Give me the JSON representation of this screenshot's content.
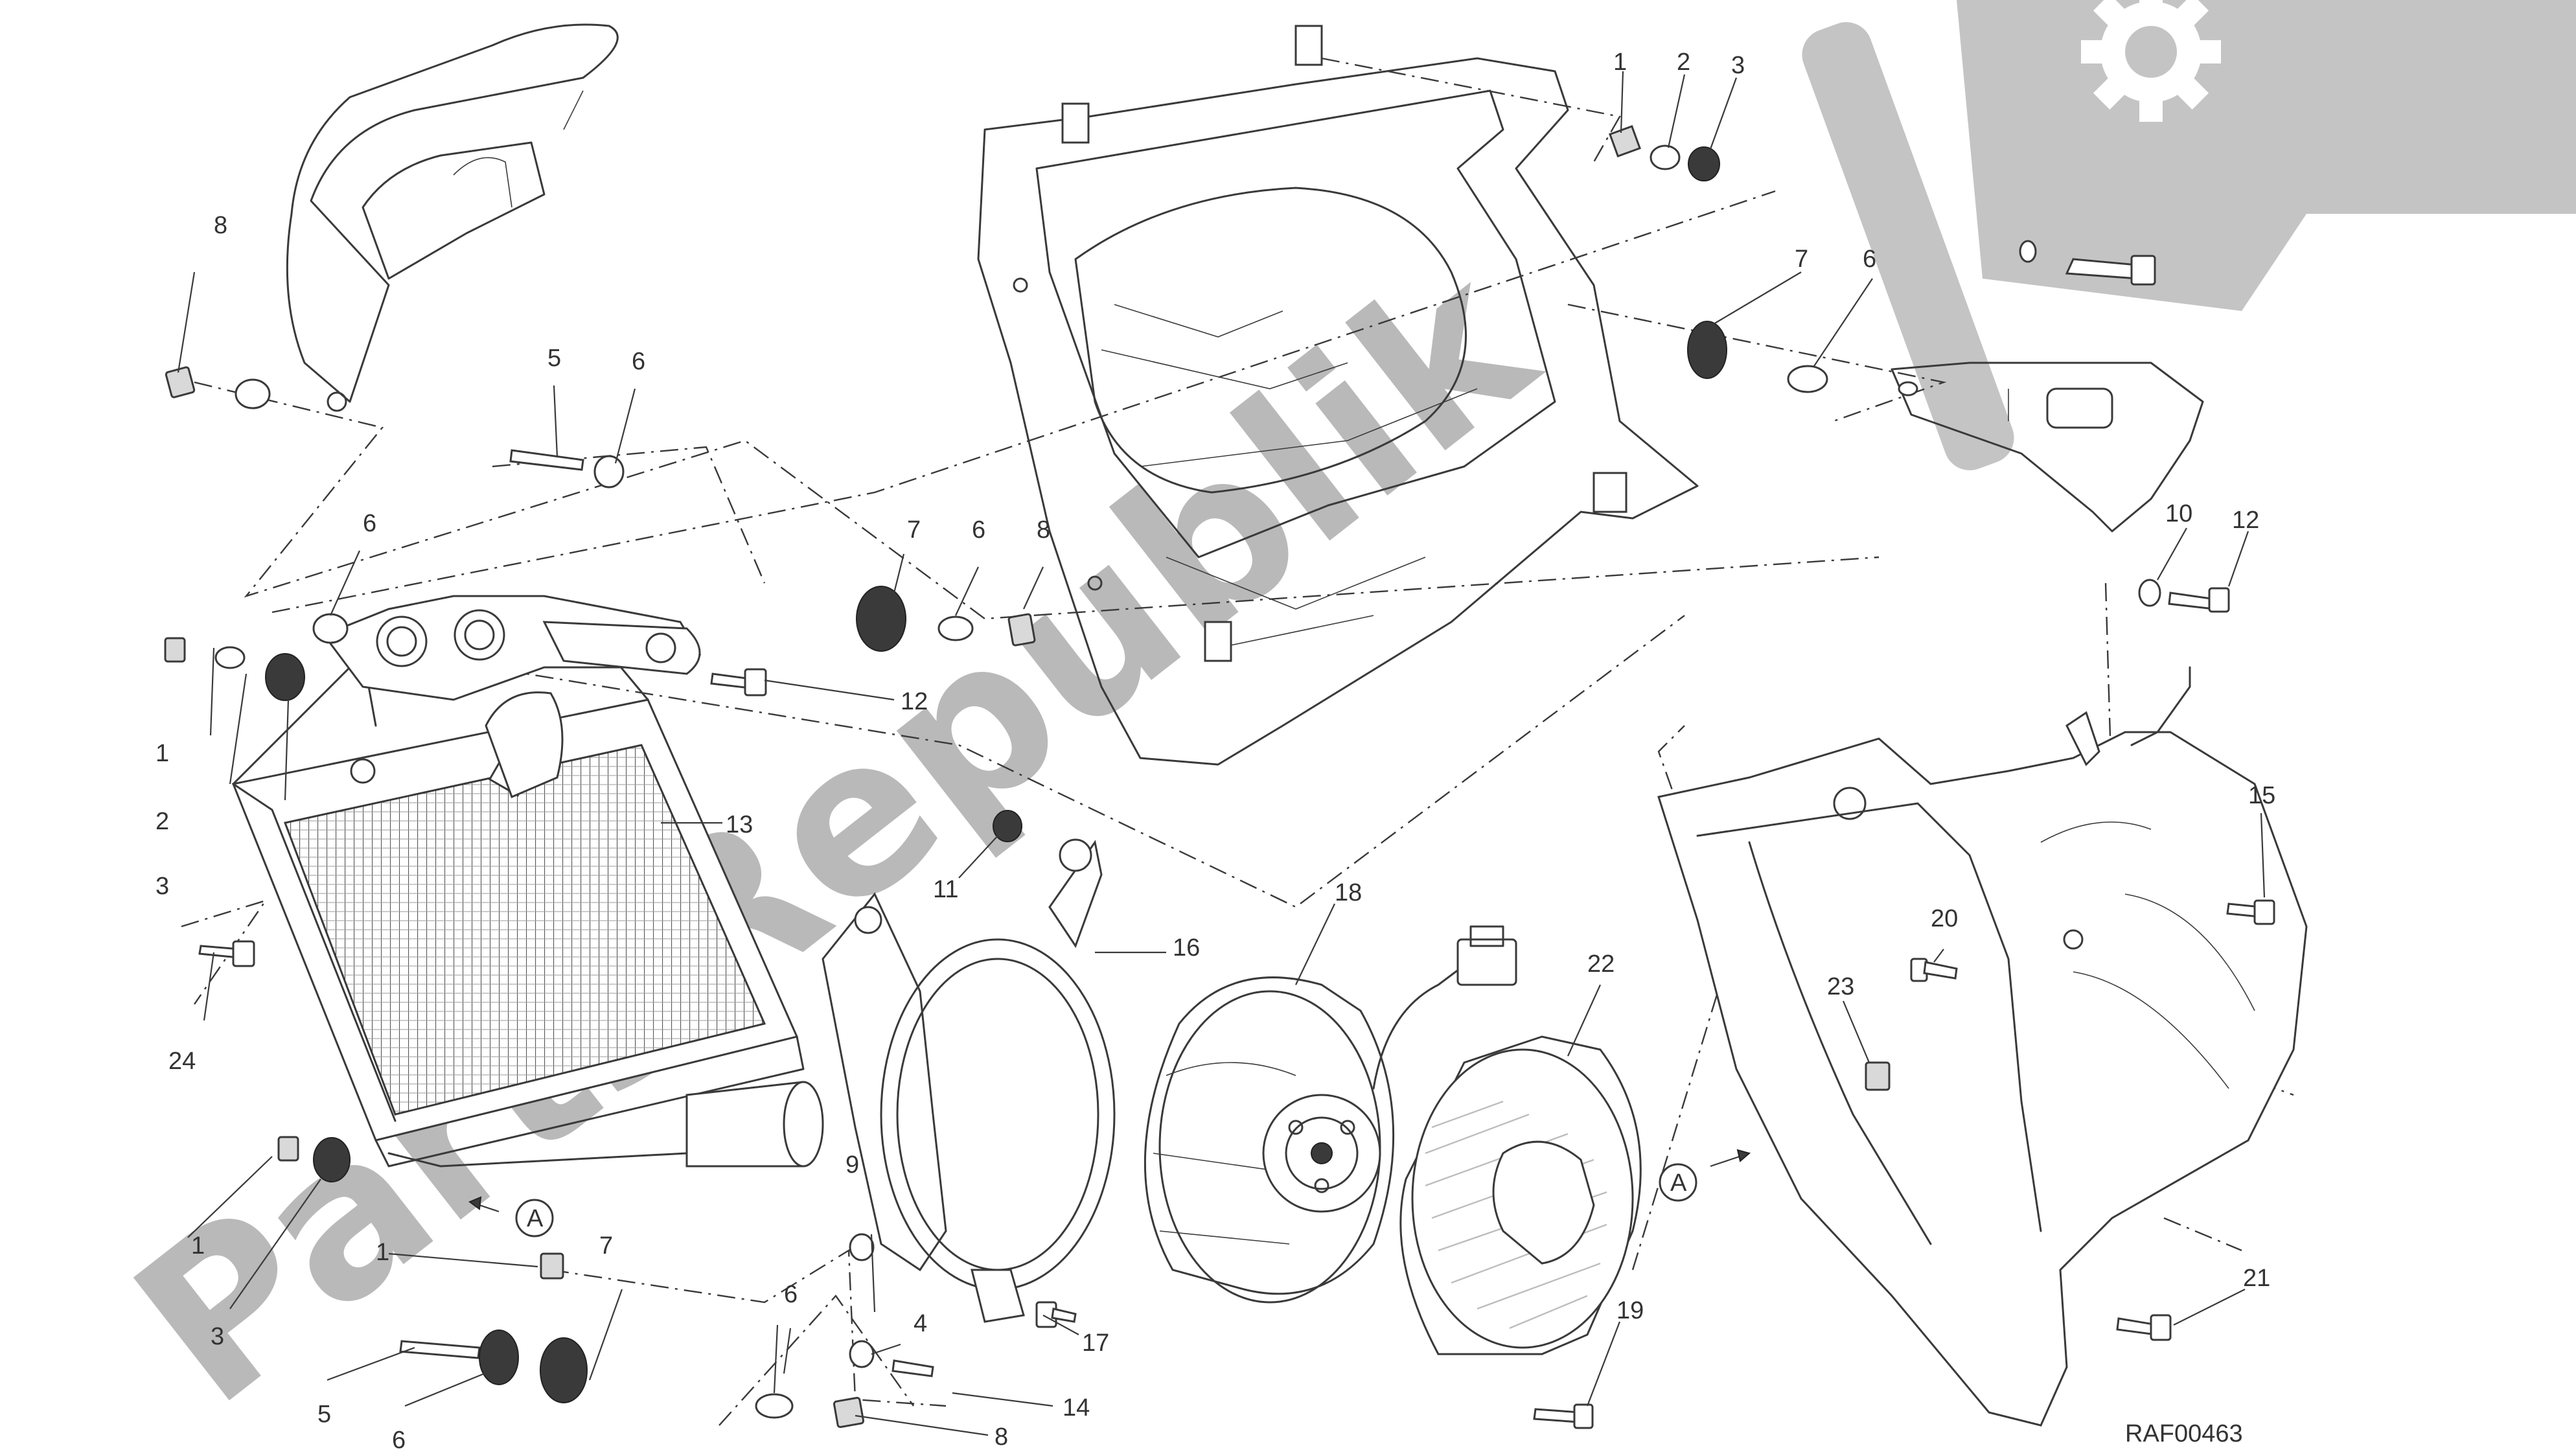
{
  "drawing_code": "RAF00463",
  "watermark": {
    "text": "PartsRepublik",
    "color": "#b9b9b9"
  },
  "reference_mark": "A",
  "callouts": {
    "c1": "1",
    "c2": "2",
    "c3": "3",
    "c4": "4",
    "c5": "5",
    "c6": "6",
    "c7": "7",
    "c8": "8",
    "c9": "9",
    "c10": "10",
    "c11": "11",
    "c12": "12",
    "c13": "13",
    "c14": "14",
    "c15": "15",
    "c16": "16",
    "c17": "17",
    "c18": "18",
    "c19": "19",
    "c20": "20",
    "c21": "21",
    "c22": "22",
    "c23": "23",
    "c24": "24"
  },
  "icons": {
    "watermark_logo": "gear-wrench-icon"
  }
}
